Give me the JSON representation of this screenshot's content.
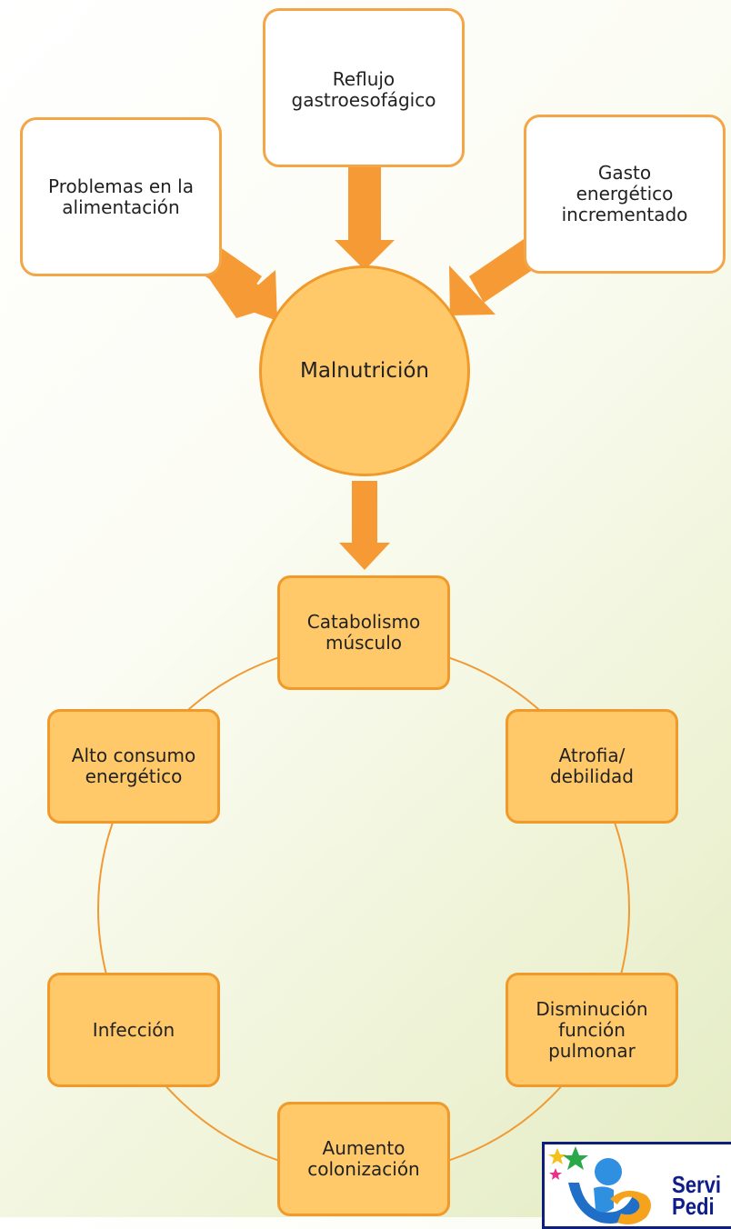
{
  "causes": {
    "left": "Problemas en la\nalimentación",
    "top": "Reflujo\ngastroesofágico",
    "right": "Gasto\nenergético\nincrementado"
  },
  "center": "Malnutrición",
  "cycle": [
    "Catabolismo\nmúsculo",
    "Atrofia/\ndebilidad",
    "Disminución\nfunción\npulmonar",
    "Aumento\ncolonización",
    "Infección",
    "Alto consumo\nenergético"
  ],
  "logo": {
    "line1": "Servi",
    "line2": "Pedi"
  },
  "colors": {
    "arrow": "#f59a34",
    "box_fill": "#ffc969",
    "box_border": "#f09a2c",
    "logo_blue": "#0e1d8a"
  }
}
